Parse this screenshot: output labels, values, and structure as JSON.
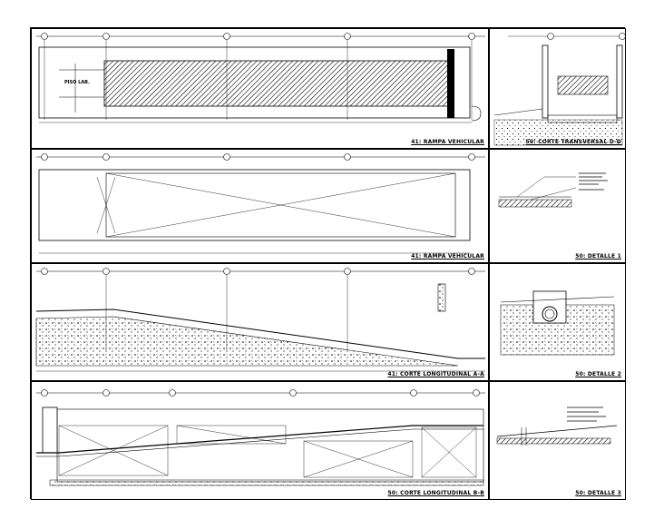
{
  "captions": {
    "ramp_plan_a": "41: RAMPA VEHICULAR",
    "cross_section": "50: CORTE TRANSVERSAL D-D",
    "ramp_plan_b": "41: RAMPA VEHICULAR",
    "detail_1": "50: DETALLE 1",
    "longitudinal_1": "41: CORTE LONGITUDINAL A-A",
    "detail_2": "50: DETALLE 2",
    "longitudinal_2": "50: CORTE LONGITUDINAL B-B",
    "detail_3": "50: DETALLE 3"
  },
  "annotations": {
    "level_label": "PISO LAB."
  },
  "colors": {
    "line": "#000000",
    "hatch": "#000000",
    "paper": "#ffffff"
  }
}
